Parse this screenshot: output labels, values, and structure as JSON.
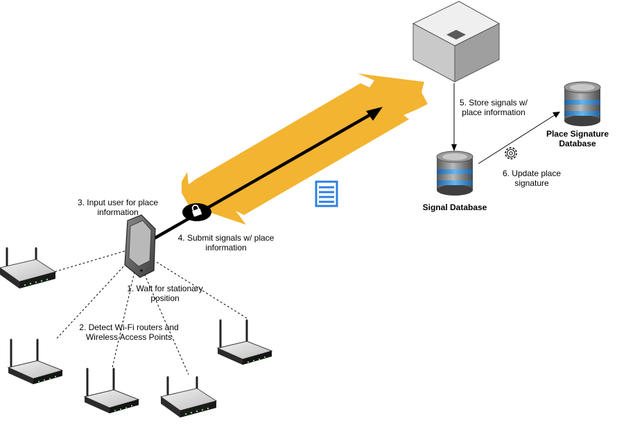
{
  "labels": {
    "step1": "1. Wait for stationary\nposition",
    "step2": "2. Detect Wi-Fi routers and\nWireless Access Points",
    "step3": "3. Input user for place\ninformation",
    "step4": "4. Submit signals w/ place\ninformation",
    "step5": "5. Store signals w/\nplace information",
    "step6": "6. Update place\nsignature",
    "signal_db": "Signal Database",
    "place_db": "Place Signature\nDatabase"
  },
  "colors": {
    "arrow_band": "#F2B431",
    "db_blue": "#3D9BE0",
    "doc_blue": "#2D7FE0",
    "server_top": "#EFEFEF"
  },
  "icons": [
    "router-icon",
    "phone-icon",
    "lock-icon",
    "document-icon",
    "server-icon",
    "database-icon",
    "gear-icon"
  ]
}
